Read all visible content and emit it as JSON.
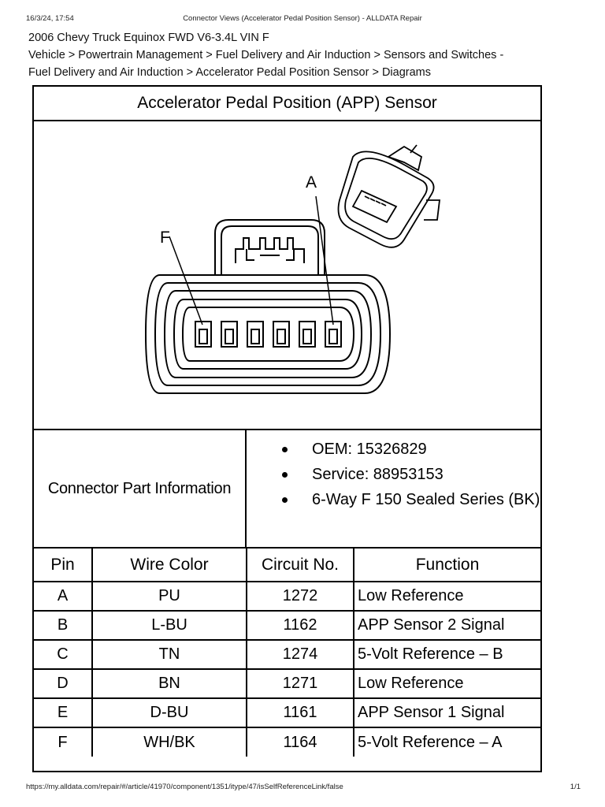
{
  "print_header": {
    "timestamp": "16/3/24, 17:54",
    "title": "Connector Views (Accelerator Pedal Position Sensor) - ALLDATA Repair"
  },
  "document": {
    "vehicle": "2006 Chevy Truck Equinox FWD V6-3.4L VIN F",
    "breadcrumb_line1": "Vehicle > Powertrain Management > Fuel Delivery and Air Induction > Sensors and Switches -",
    "breadcrumb_line2": "Fuel Delivery and Air Induction > Accelerator Pedal Position Sensor > Diagrams"
  },
  "sheet": {
    "title": "Accelerator Pedal Position (APP) Sensor",
    "pin_label_a": "A",
    "pin_label_f": "F",
    "part_info_label": "Connector Part Information",
    "part_info": [
      "OEM: 15326829",
      "Service: 88953153",
      "6-Way F 150 Sealed Series (BK)"
    ],
    "table": {
      "headers": [
        "Pin",
        "Wire Color",
        "Circuit No.",
        "Function"
      ],
      "rows": [
        [
          "A",
          "PU",
          "1272",
          "Low Reference"
        ],
        [
          "B",
          "L-BU",
          "1162",
          "APP Sensor 2 Signal"
        ],
        [
          "C",
          "TN",
          "1274",
          "5-Volt Reference – B"
        ],
        [
          "D",
          "BN",
          "1271",
          "Low Reference"
        ],
        [
          "E",
          "D-BU",
          "1161",
          "APP Sensor 1 Signal"
        ],
        [
          "F",
          "WH/BK",
          "1164",
          "5-Volt Reference – A"
        ]
      ]
    }
  },
  "print_footer": {
    "url": "https://my.alldata.com/repair/#/article/41970/component/1351/itype/47/isSelfReferenceLink/false",
    "page": "1/1"
  }
}
